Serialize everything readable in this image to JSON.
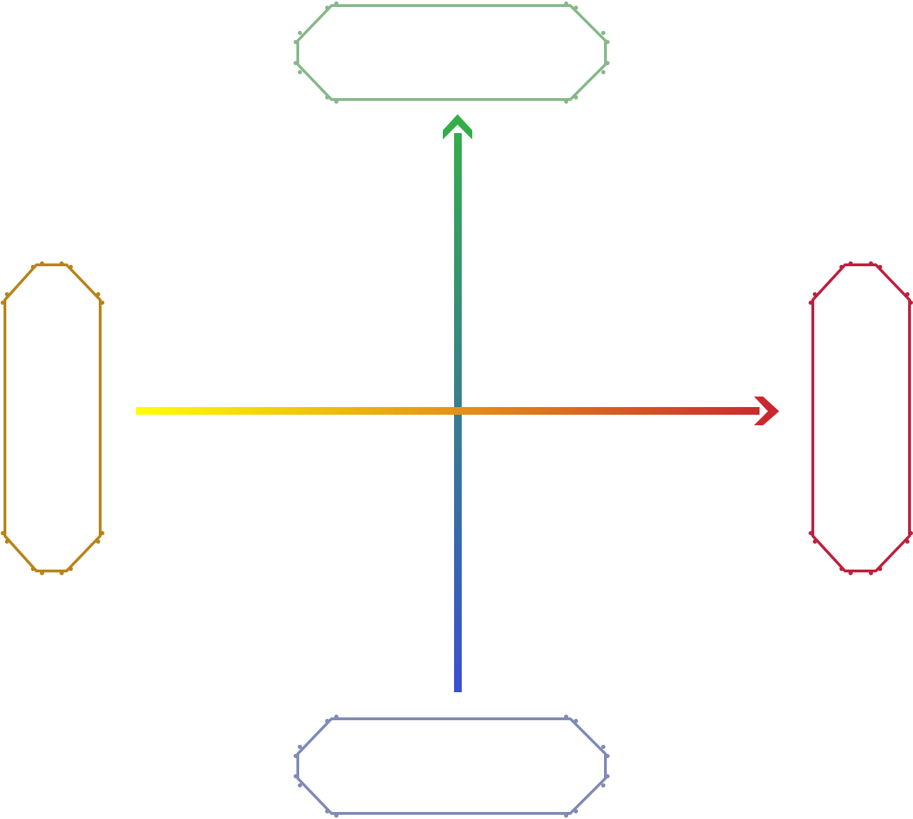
{
  "diagram": {
    "background": "#ffffff",
    "boxes": [
      {
        "id": "top",
        "orientation": "horizontal",
        "color": "#86b889",
        "label": ""
      },
      {
        "id": "left",
        "orientation": "vertical",
        "color": "#b88419",
        "label": ""
      },
      {
        "id": "right",
        "orientation": "vertical",
        "color": "#c01f3c",
        "label": ""
      },
      {
        "id": "bottom",
        "orientation": "horizontal",
        "color": "#7f8ab6",
        "label": ""
      }
    ],
    "arrows": [
      {
        "id": "horizontal-axis",
        "direction": "right",
        "gradient": [
          "#ffff00",
          "#c9242e"
        ]
      },
      {
        "id": "vertical-axis",
        "direction": "up",
        "gradient": [
          "#3a4fd2",
          "#33b046"
        ]
      }
    ]
  }
}
